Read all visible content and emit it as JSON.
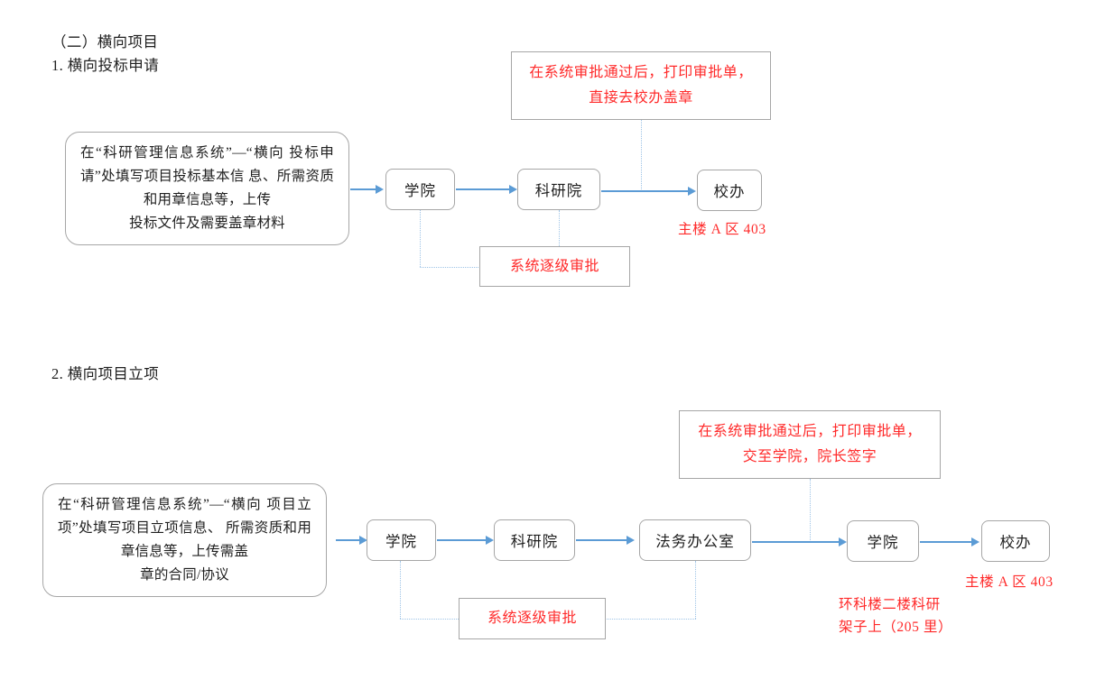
{
  "document": {
    "section_heading": "（二）横向项目"
  },
  "sections": [
    {
      "id": "bid-application",
      "title": "1. 横向投标申请",
      "description": {
        "lines": [
          "在“科研管理信息系统”—“横向",
          "投标申请”处填写项目投标基本信",
          "息、所需资质和用章信息等，上传",
          "投标文件及需要盖章材料"
        ]
      },
      "nodes": [
        {
          "label": "学院"
        },
        {
          "label": "科研院"
        },
        {
          "label": "校办"
        }
      ],
      "annotation_box": {
        "line1": "在系统审批通过后，打印审批单，",
        "line2": "直接去校办盖章"
      },
      "review_box": {
        "label": "系统逐级审批"
      },
      "location_label": "主楼 A 区 403"
    },
    {
      "id": "project-initiation",
      "title": "2. 横向项目立项",
      "description": {
        "lines": [
          "在“科研管理信息系统”—“横向",
          "项目立项”处填写项目立项信息、",
          "所需资质和用章信息等，上传需盖",
          "章的合同/协议"
        ]
      },
      "nodes": [
        {
          "label": "学院"
        },
        {
          "label": "科研院"
        },
        {
          "label": "法务办公室"
        },
        {
          "label": "学院"
        },
        {
          "label": "校办"
        }
      ],
      "annotation_box": {
        "line1": "在系统审批通过后，打印审批单，",
        "line2": "交至学院，院长签字"
      },
      "review_box": {
        "label": "系统逐级审批"
      },
      "shelf_label": {
        "line1": "环科楼二楼科研",
        "line2": "架子上（205 里）"
      },
      "location_label": "主楼 A 区 403"
    }
  ],
  "colors": {
    "arrow_blue": "#5b9bd5",
    "dotted_blue": "#9dc3e6",
    "box_border_gray": "#a6a6a6",
    "annotation_red": "#ff2a2a",
    "text_black": "#1f1f1f"
  }
}
